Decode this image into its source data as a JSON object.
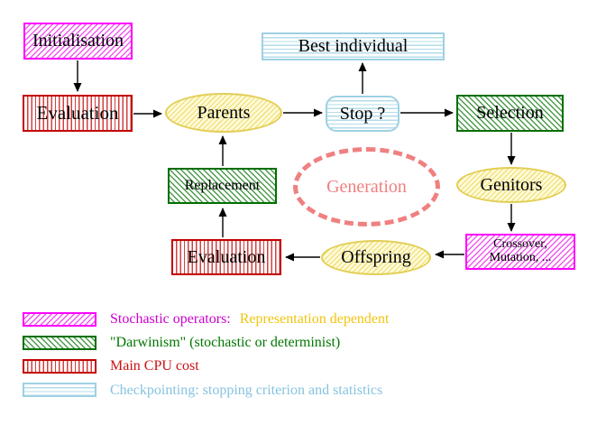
{
  "diagram": {
    "nodes": {
      "initialisation": {
        "label": "Initialisation"
      },
      "evaluation_top": {
        "label": "Evaluation"
      },
      "parents": {
        "label": "Parents"
      },
      "stop": {
        "label": "Stop ?"
      },
      "best_individual": {
        "label": "Best individual"
      },
      "selection": {
        "label": "Selection"
      },
      "genitors": {
        "label": "Genitors"
      },
      "crossover_mutation": {
        "line1": "Crossover,",
        "line2": "Mutation, ..."
      },
      "offspring": {
        "label": "Offspring"
      },
      "evaluation_bottom": {
        "label": "Evaluation"
      },
      "replacement": {
        "label": "Replacement"
      },
      "generation": {
        "label": "Generation"
      }
    },
    "legend": [
      {
        "swatch": "magenta-diagonal-hatch",
        "text1": "Stochastic operators:",
        "text2": "Representation dependent"
      },
      {
        "swatch": "green-diagonal-hatch",
        "text1": "\"Darwinism\" (stochastic or determinist)",
        "text2": ""
      },
      {
        "swatch": "red-vertical-stripes",
        "text1": "Main CPU cost",
        "text2": ""
      },
      {
        "swatch": "cyan-horizontal-stripes",
        "text1": "Checkpointing: stopping criterion and statistics",
        "text2": ""
      }
    ],
    "colors": {
      "magenta_border": "#ff00ff",
      "magenta_text": "#cc00cc",
      "yellow_text": "#f2c40f",
      "green_border": "#006f00",
      "green_text": "#007700",
      "red_border": "#c40000",
      "red_text": "#cc1111",
      "cyan_border": "#9fd0e2",
      "cyan_text": "#85c3e0",
      "yellow_ellipse_border": "#e2ce55",
      "yellow_ellipse_fill": "#fffbdc",
      "generation_dash": "#f08080",
      "arrow": "#000000",
      "background": "#ffffff"
    }
  }
}
